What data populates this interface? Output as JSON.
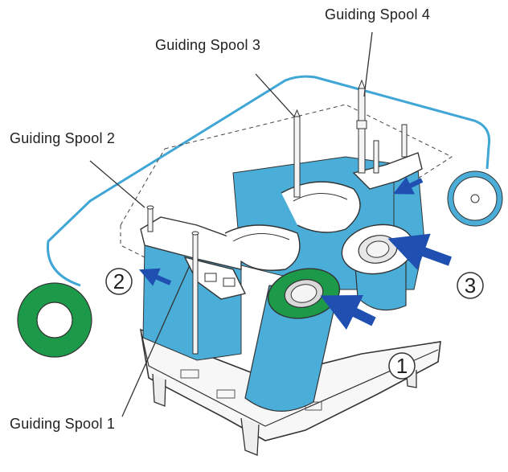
{
  "labels": {
    "spool1": "Guiding Spool 1",
    "spool2": "Guiding Spool 2",
    "spool3": "Guiding Spool 3",
    "spool4": "Guiding Spool 4"
  },
  "markers": {
    "m1": "1",
    "m2": "2",
    "m3": "3"
  },
  "colors": {
    "ribbon": "#4aaed8",
    "ribbon_line": "#3fa6d6",
    "spool_green": "#1c9a4a",
    "arrow": "#1f4fb0",
    "outline": "#333333"
  },
  "icons": {
    "arrow": "insert-arrow-icon",
    "roll": "ribbon-roll-icon"
  }
}
